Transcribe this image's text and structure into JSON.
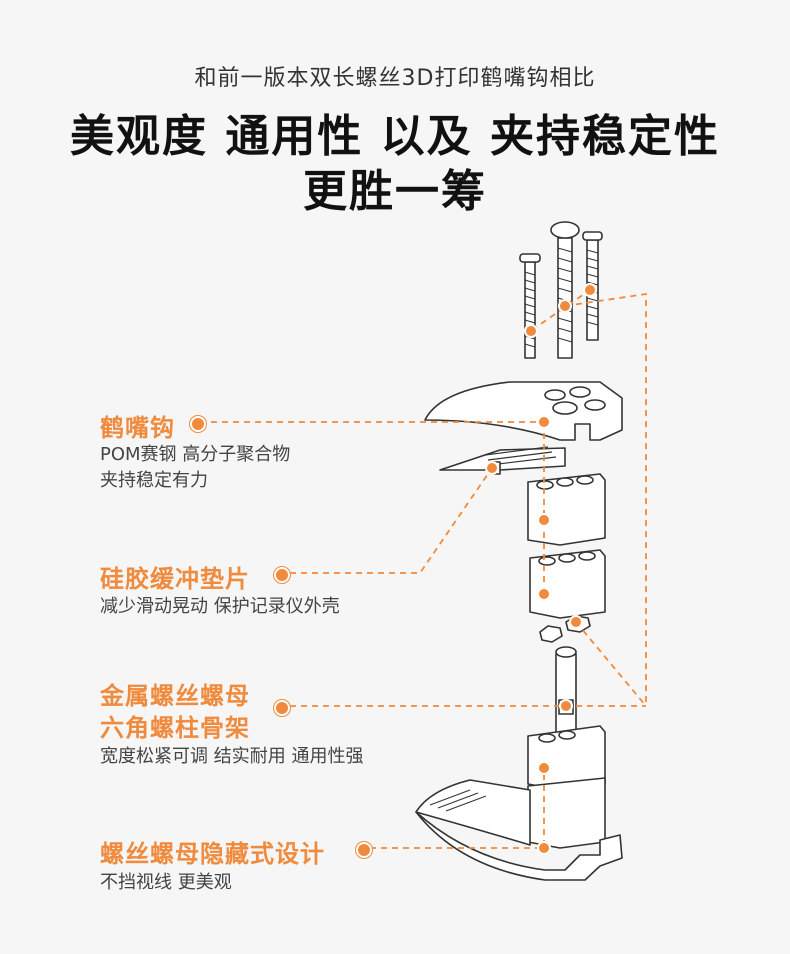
{
  "header": {
    "subtitle": "和前一版本双长螺丝3D打印鹤嘴钩相比",
    "headline_line1": "美观度 通用性 以及 夹持稳定性",
    "headline_line2": "更胜一筹"
  },
  "labels": [
    {
      "title": "鹤嘴钩",
      "desc": "POM赛钢 高分子聚合物\n夹持稳定有力"
    },
    {
      "title": "硅胶缓冲垫片",
      "desc": "减少滑动晃动 保护记录仪外壳"
    },
    {
      "title": "金属螺丝螺母\n六角螺柱骨架",
      "desc": "宽度松紧可调 结实耐用 通用性强"
    },
    {
      "title": "螺丝螺母隐藏式设计",
      "desc": "不挡视线 更美观"
    }
  ],
  "colors": {
    "accent": "#f08a3c",
    "background": "#f6f6f6",
    "line": "#333333"
  }
}
